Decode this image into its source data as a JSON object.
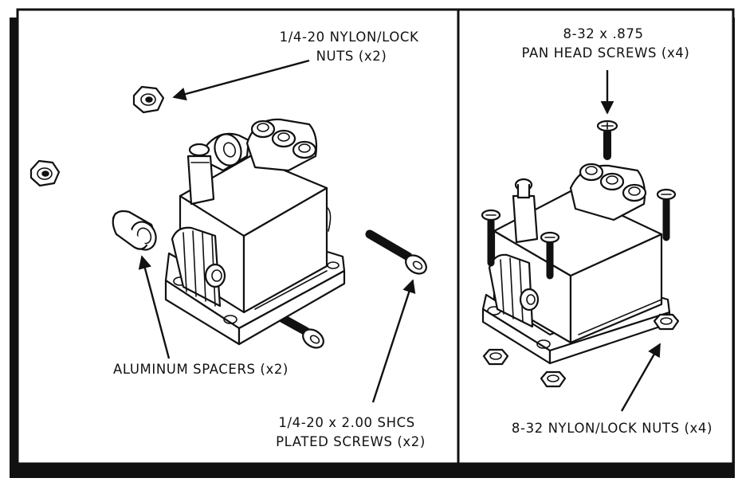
{
  "left_panel": {
    "nuts_label": [
      "1/4-20 NYLON/LOCK",
      "NUTS (x2)"
    ],
    "spacers_label": [
      "ALUMINUM SPACERS (x2)"
    ],
    "screws_label": [
      "1/4-20 x 2.00 SHCS",
      "PLATED SCREWS (x2)"
    ]
  },
  "right_panel": {
    "screws_label": [
      "8-32 x .875",
      "PAN HEAD SCREWS (x4)"
    ],
    "nuts_label": [
      "8-32 NYLON/LOCK NUTS (x4)"
    ]
  }
}
